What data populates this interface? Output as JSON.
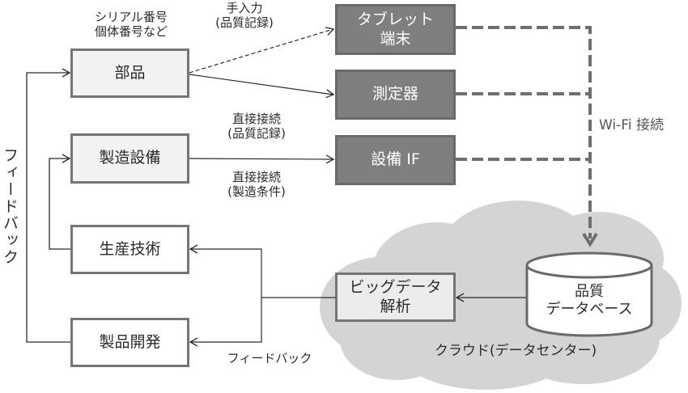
{
  "diagram": {
    "annotations": {
      "serial": "シリアル番号\n個体番号など",
      "manual_input": "手入力\n(品質記録)",
      "direct_quality": "直接接続\n(品質記録)",
      "direct_process": "直接接続\n(製造条件)",
      "wifi": "Wi-Fi 接続",
      "feedback_vertical": "フィードバック",
      "feedback_bottom": "フィードバック",
      "cloud_label": "クラウド(データセンター)"
    },
    "left_nodes": [
      {
        "id": "parts",
        "label": "部品"
      },
      {
        "id": "equipment",
        "label": "製造設備"
      },
      {
        "id": "production_engineering",
        "label": "生産技術"
      },
      {
        "id": "product_development",
        "label": "製品開発"
      }
    ],
    "device_nodes": [
      {
        "id": "tablet",
        "label": "タブレット\n端末"
      },
      {
        "id": "meter",
        "label": "測定器"
      },
      {
        "id": "equipment_if",
        "label": "設備 IF"
      }
    ],
    "cloud_nodes": {
      "analysis": "ビッグデータ\n解析",
      "database": "品質\nデータベース"
    },
    "edges": [
      {
        "from": "parts",
        "to": "tablet",
        "style": "dashed",
        "label": "手入力(品質記録)"
      },
      {
        "from": "parts",
        "to": "meter",
        "style": "solid"
      },
      {
        "from": "equipment",
        "to": "equipment_if",
        "style": "solid"
      },
      {
        "from": "tablet",
        "to": "database",
        "style": "thick-dashed",
        "label": "Wi-Fi 接続"
      },
      {
        "from": "meter",
        "to": "database",
        "style": "thick-dashed"
      },
      {
        "from": "equipment_if",
        "to": "database",
        "style": "thick-dashed"
      },
      {
        "from": "database",
        "to": "analysis",
        "style": "solid"
      },
      {
        "from": "analysis",
        "to": "production_engineering",
        "style": "solid"
      },
      {
        "from": "analysis",
        "to": "product_development",
        "style": "solid",
        "label": "フィードバック"
      },
      {
        "from": "production_engineering",
        "to": "equipment",
        "style": "solid"
      },
      {
        "from": "product_development",
        "to": "parts",
        "style": "solid",
        "label": "フィードバック"
      }
    ],
    "colors": {
      "device_fill": "#7f7f7f",
      "cloud_fill": "#d4d4d4",
      "box_border": "#757575",
      "light_fill": "#f2f2f2"
    }
  }
}
